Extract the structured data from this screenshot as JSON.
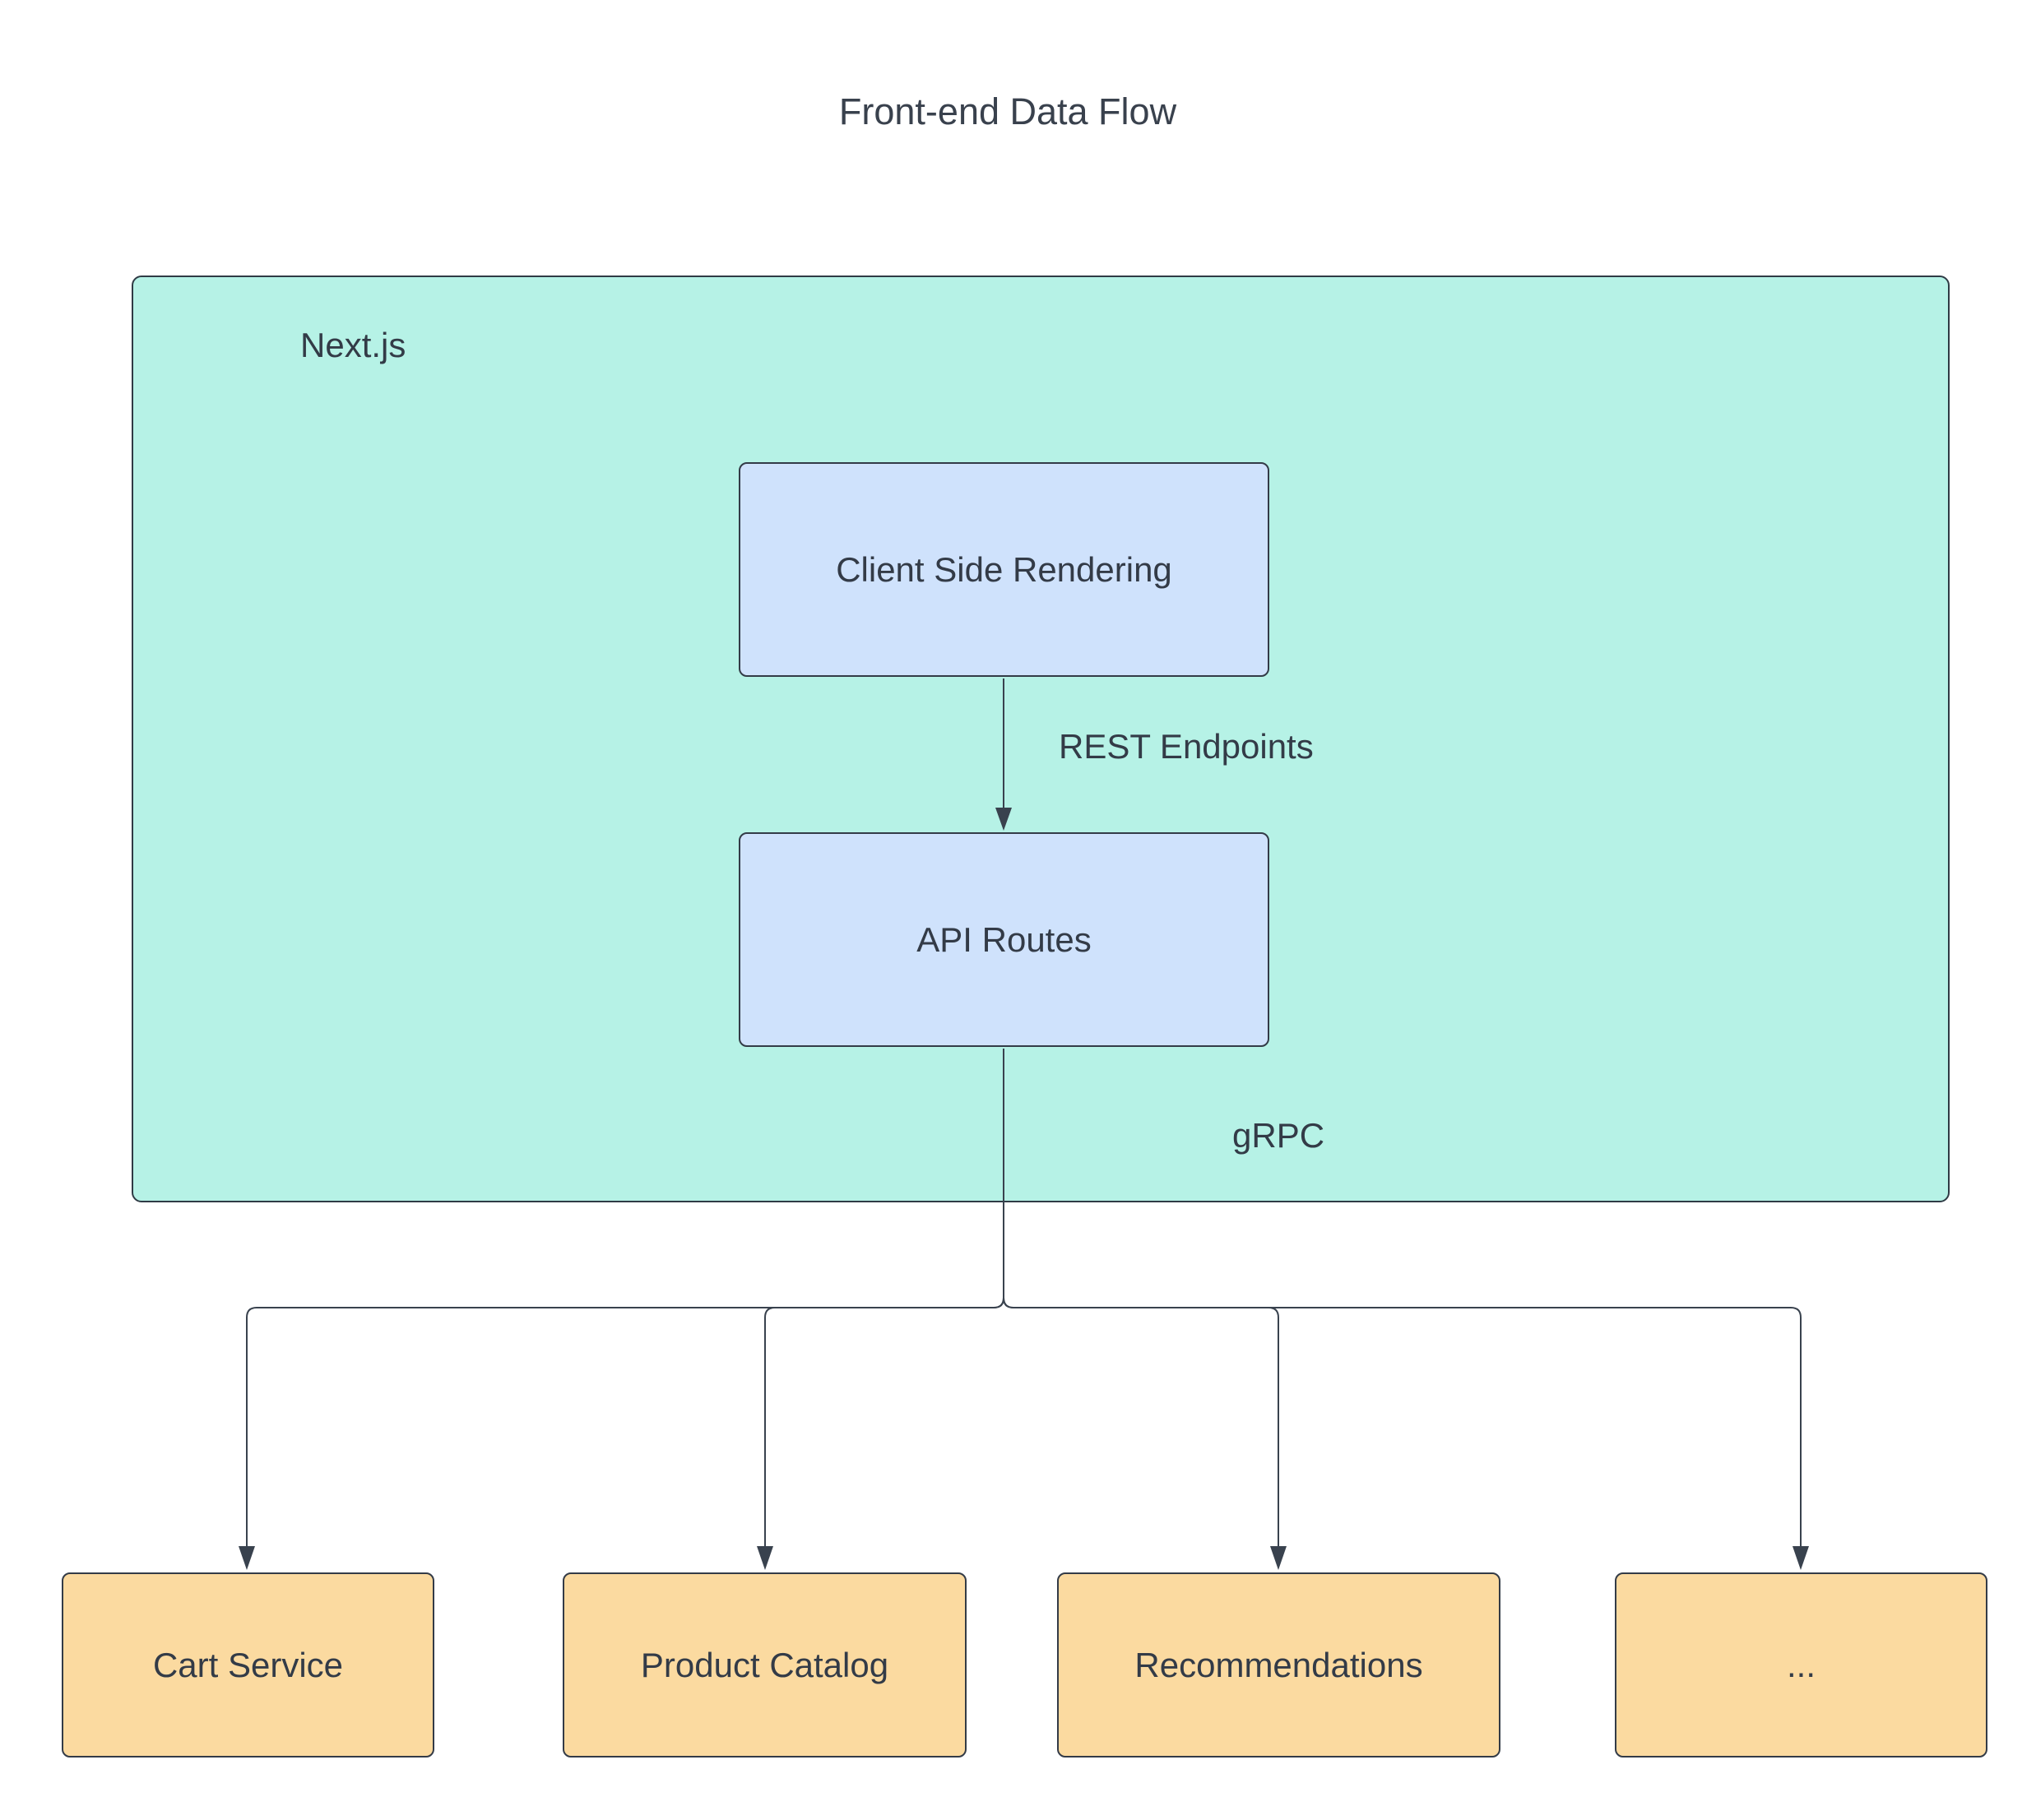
{
  "title": "Front-end Data Flow",
  "container": {
    "label": "Next.js"
  },
  "nodes": {
    "csr": {
      "label": "Client Side Rendering"
    },
    "api": {
      "label": "API Routes"
    },
    "cart": {
      "label": "Cart Service"
    },
    "catalog": {
      "label": "Product Catalog"
    },
    "recommendations": {
      "label": "Recommendations"
    },
    "more": {
      "label": "..."
    }
  },
  "edge_labels": {
    "rest": "REST Endpoints",
    "grpc": "gRPC"
  },
  "colors": {
    "background": "#ffffff",
    "container_fill": "#b6f2e6",
    "blue_node_fill": "#cfe2fc",
    "orange_node_fill": "#fbdaa0",
    "node_border": "#333b47",
    "edge_line": "#39424e",
    "text": "#333b47"
  }
}
